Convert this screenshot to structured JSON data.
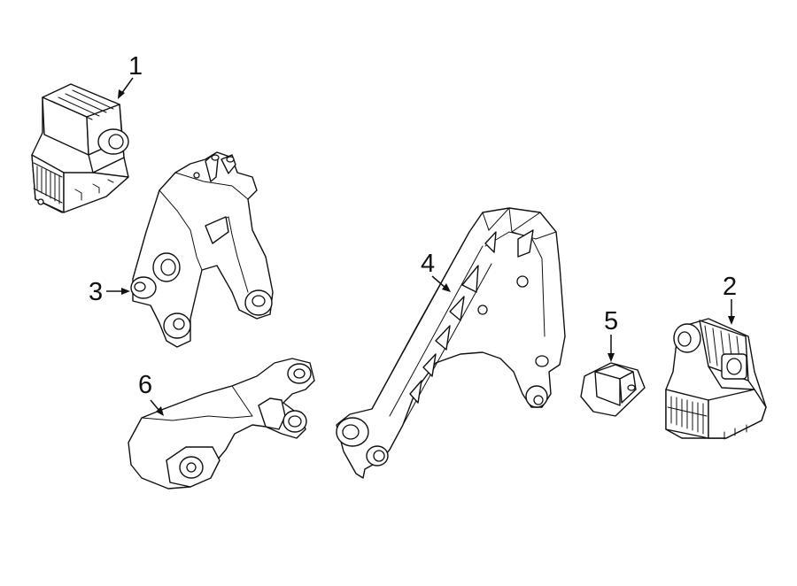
{
  "parts": [
    {
      "id": "part-1",
      "callout": "1"
    },
    {
      "id": "part-2",
      "callout": "2"
    },
    {
      "id": "part-3",
      "callout": "3"
    },
    {
      "id": "part-4",
      "callout": "4"
    },
    {
      "id": "part-5",
      "callout": "5"
    },
    {
      "id": "part-6",
      "callout": "6"
    }
  ],
  "colors": {
    "line": "#111111",
    "background": "#ffffff"
  }
}
